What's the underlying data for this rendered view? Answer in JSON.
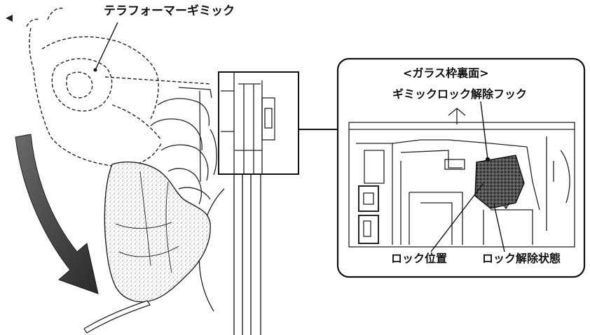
{
  "labels": {
    "gimmick": "テラフォーマーギミック",
    "inset_title": "<ガラス枠裏面>",
    "unlock_hook": "ギミックロック解除フック",
    "lock_position": "ロック位置",
    "unlock_state": "ロック解除状態"
  },
  "colors": {
    "ink": "#111111",
    "arrow": "#3a3a3a",
    "stipple": "#9a9a9a",
    "hatch": "#2b2b2b"
  },
  "icons": {
    "rotation_arrow": "curved-arrow-icon",
    "pointer": "triangle-left-icon"
  }
}
